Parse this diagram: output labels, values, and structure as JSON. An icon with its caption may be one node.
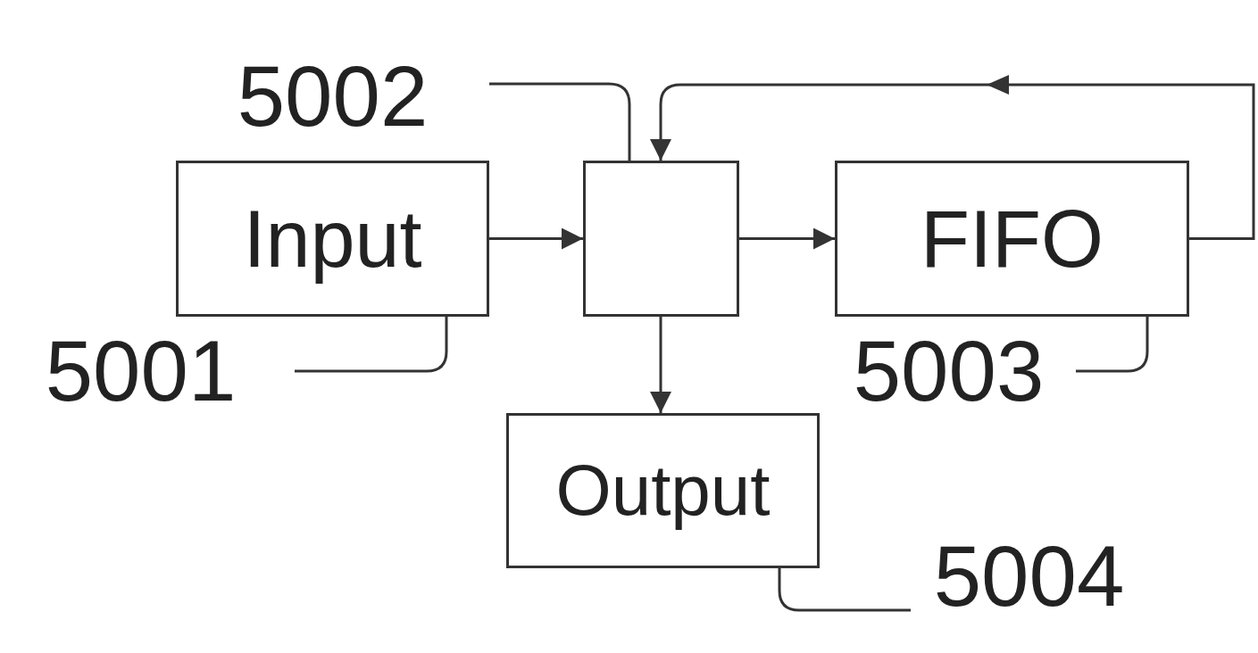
{
  "diagram": {
    "nodes": [
      {
        "text": [
          "5002"
        ]
      },
      {
        "text": [
          "Input"
        ]
      },
      {
        "text": [],
        "shape": "box"
      },
      {
        "text": [
          "FIFO"
        ]
      },
      {
        "text": [
          "5001"
        ]
      },
      {
        "text": [
          "5003"
        ]
      },
      {
        "text": [
          "Output"
        ]
      },
      {
        "text": [
          "5004"
        ]
      }
    ],
    "edges": [
      {
        "from": 1,
        "to": 2,
        "arrow": "to"
      },
      {
        "from": 2,
        "to": 3,
        "arrow": "to"
      },
      {
        "from": 2,
        "to": 6,
        "arrow": "to"
      },
      {
        "from": 3,
        "to": 2,
        "arrow": "to"
      },
      {
        "from": 0,
        "to": 2,
        "arrow": "none"
      },
      {
        "from": 4,
        "to": 1,
        "arrow": "none"
      },
      {
        "from": 5,
        "to": 3,
        "arrow": "none"
      },
      {
        "from": 7,
        "to": 6,
        "arrow": "none"
      }
    ]
  }
}
